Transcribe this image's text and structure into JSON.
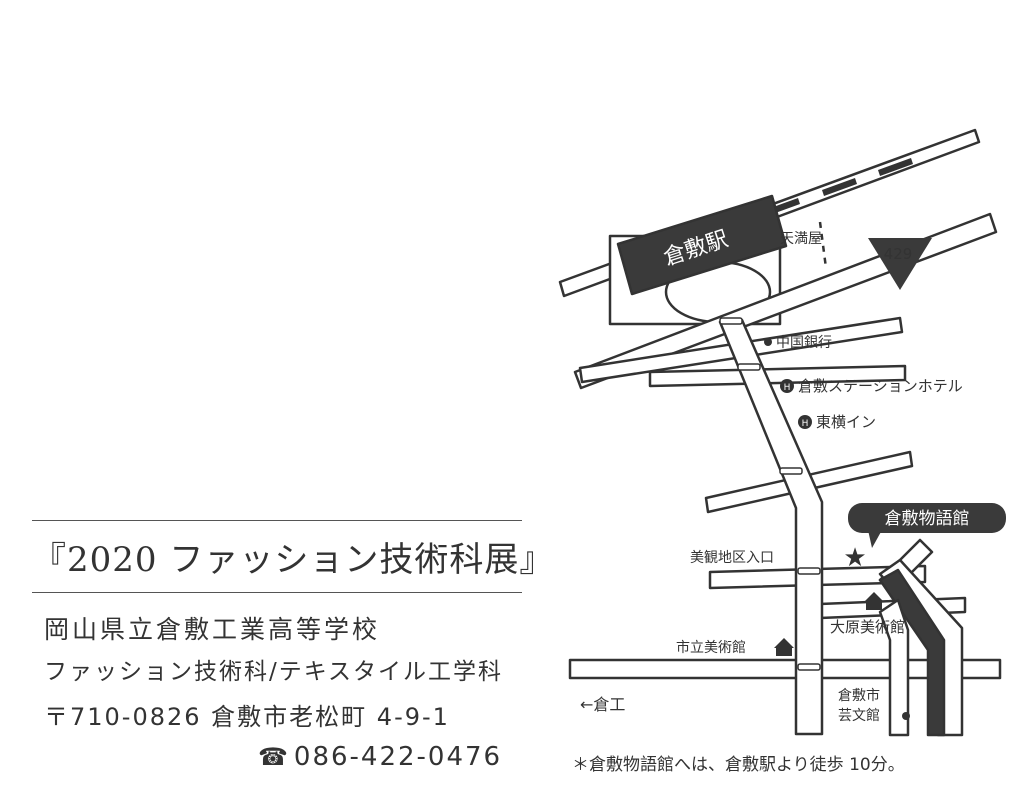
{
  "event": {
    "title": "『2020 ファッション技術科展』",
    "school": "岡山県立倉敷工業高等学校",
    "department": "ファッション技術科/テキスタイル工学科",
    "address": "〒710-0826 倉敷市老松町 4-9-1",
    "phone": "086-422-0476"
  },
  "map": {
    "station": "倉敷駅",
    "route_number": "429",
    "landmarks": {
      "tenmaya": "天満屋",
      "chugoku_bank": "中国銀行",
      "station_hotel": "倉敷ステーションホテル",
      "toyoko_inn": "東横イン",
      "monogatari_kan": "倉敷物語館",
      "bikan_entrance": "美観地区入口",
      "city_museum": "市立美術館",
      "ohara_museum": "大原美術館",
      "geibunkan": "倉敷市\n芸文館",
      "kurako": "←倉工"
    },
    "hotel_marker": "H",
    "note": "＊倉敷物語館へは、倉敷駅より徒歩 10分。"
  },
  "colors": {
    "ink": "#333333",
    "road_fill": "#ffffff",
    "dark_road": "#3a3a3a"
  },
  "icons": [
    "phone-icon",
    "star-icon",
    "museum-icon",
    "hotel-icon",
    "bank-dot-icon"
  ]
}
